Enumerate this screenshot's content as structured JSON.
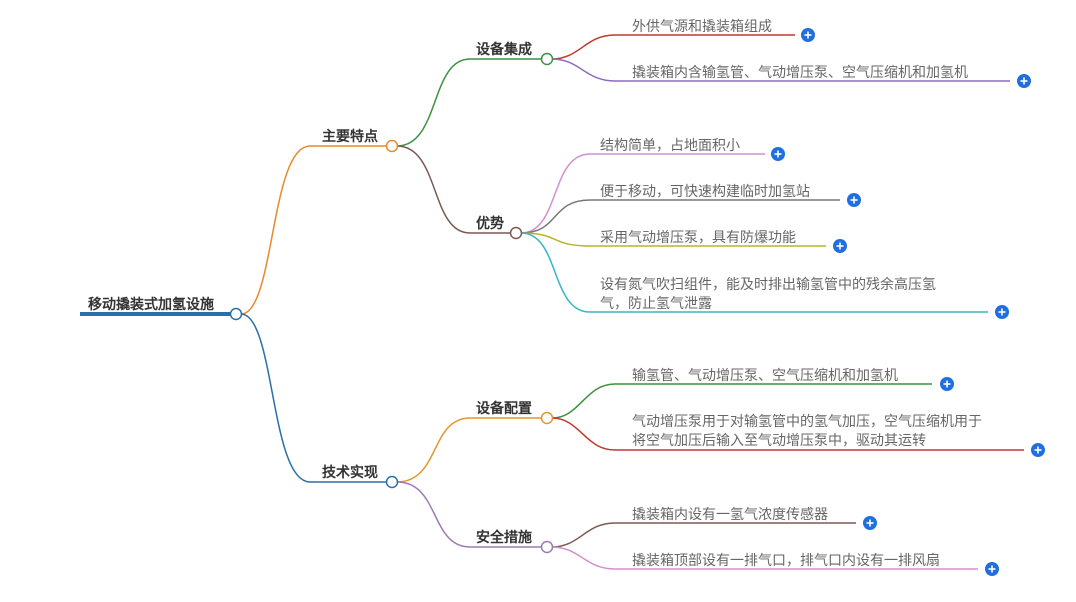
{
  "root": "移动撬装式加氢设施",
  "branches": {
    "features": {
      "label": "主要特点",
      "integration": {
        "label": "设备集成",
        "items": [
          "外供气源和撬装箱组成",
          "撬装箱内含输氢管、气动增压泵、空气压缩机和加氢机"
        ]
      },
      "advantages": {
        "label": "优势",
        "items": [
          "结构简单，占地面积小",
          "便于移动，可快速构建临时加氢站",
          "采用气动增压泵，具有防爆功能",
          "设有氮气吹扫组件，能及时排出输氢管中的残余高压氢",
          "气，防止氢气泄露"
        ]
      }
    },
    "tech": {
      "label": "技术实现",
      "config": {
        "label": "设备配置",
        "items": [
          "输氢管、气动增压泵、空气压缩机和加氢机",
          "气动增压泵用于对输氢管中的氢气加压，空气压缩机用于",
          "将空气加压后输入至气动增压泵中，驱动其运转"
        ]
      },
      "safety": {
        "label": "安全措施",
        "items": [
          "撬装箱内设有一氢气浓度传感器",
          "撬装箱顶部设有一排气口，排气口内设有一排风扇"
        ]
      }
    }
  },
  "icons": {
    "expand": "plus-circle-icon"
  },
  "colors": {
    "accent": "#1f6fe0",
    "root": "#2a6fa8"
  }
}
